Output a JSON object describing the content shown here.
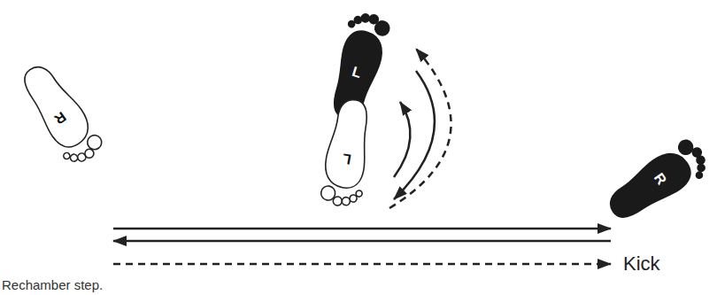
{
  "diagram": {
    "caption": "Rechamber step.",
    "nodes": [
      {
        "text": [
          "R"
        ]
      },
      {
        "text": [
          "L"
        ]
      },
      {
        "text": [
          "L"
        ]
      },
      {
        "text": [
          "R"
        ]
      }
    ],
    "edges": [
      {
        "from": 0,
        "to": 3,
        "arrow": "to"
      },
      {
        "from": 3,
        "to": 0,
        "arrow": "to"
      },
      {
        "from": 0,
        "to": 3,
        "arrow": "to"
      },
      {
        "from": 2,
        "to": 1,
        "arrow": "to"
      },
      {
        "from": 1,
        "to": 2,
        "arrow": "to"
      },
      {
        "from": 2,
        "to": 1,
        "arrow": "to"
      }
    ],
    "labels": [
      "Kick"
    ]
  }
}
